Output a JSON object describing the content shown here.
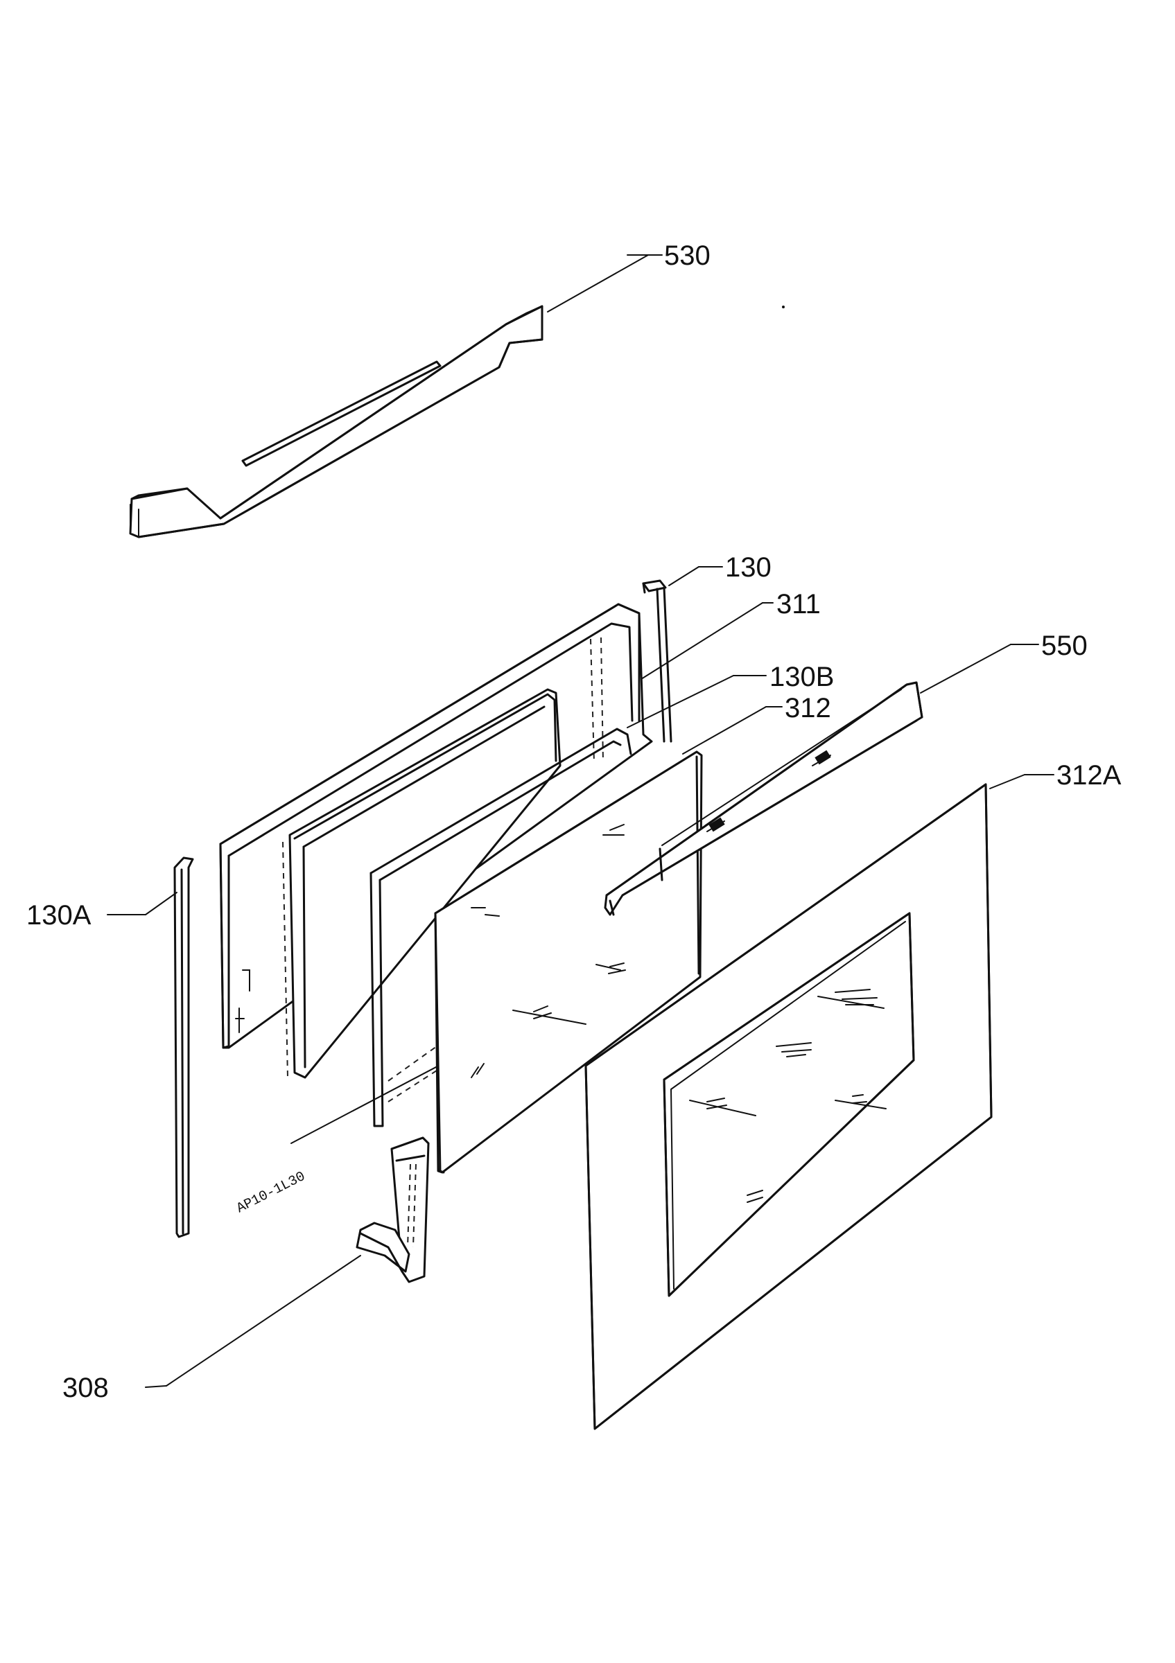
{
  "diagram": {
    "part_labels": {
      "p530": "530",
      "p130": "130",
      "p311": "311",
      "p550": "550",
      "p130b": "130B",
      "p312": "312",
      "p312a": "312A",
      "p130a": "130A",
      "p308": "308"
    },
    "frame_stamp": "AP10-1L30"
  }
}
